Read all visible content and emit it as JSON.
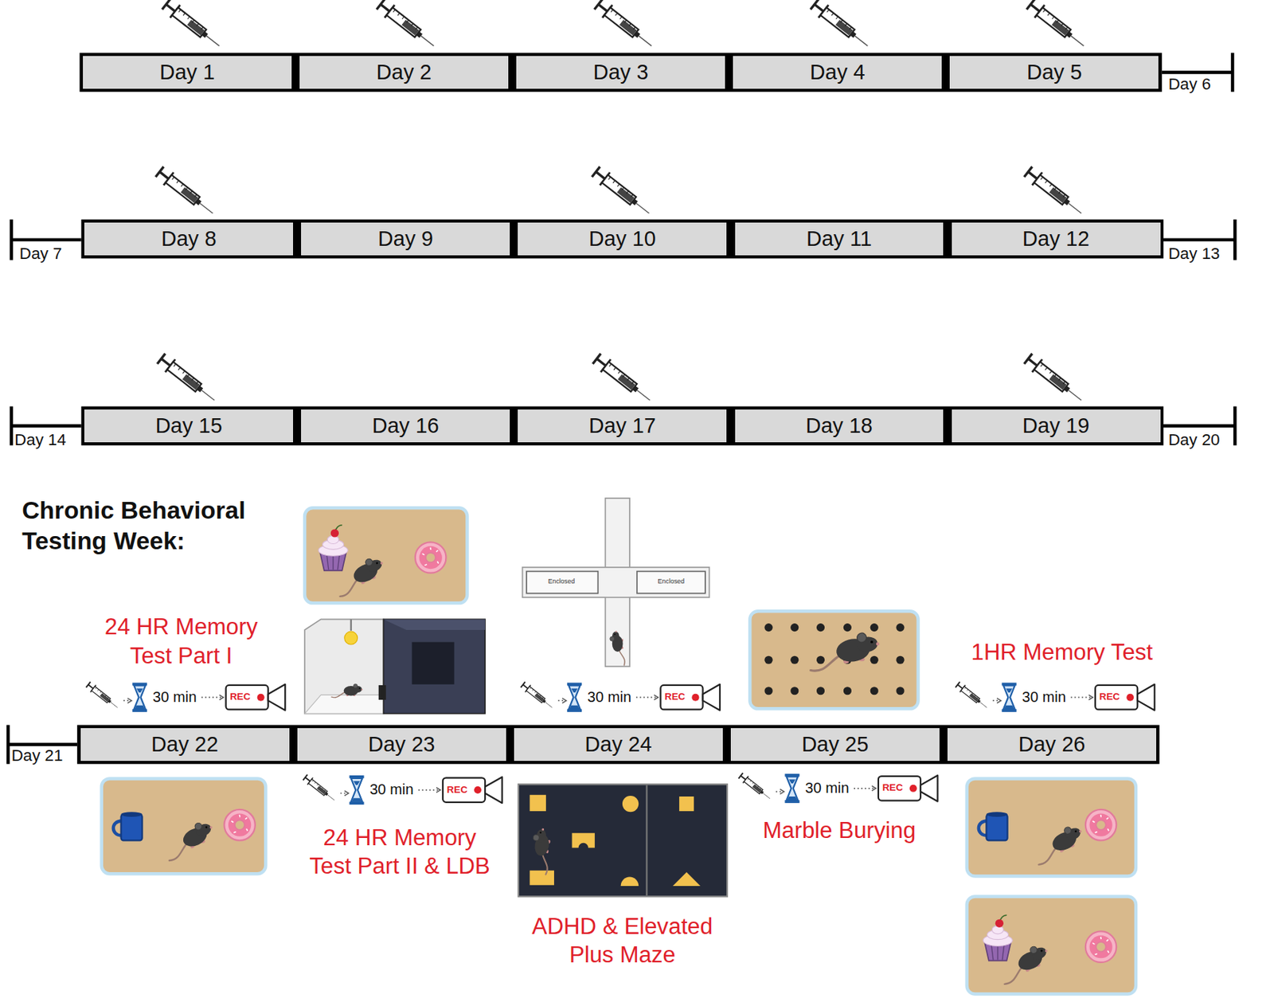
{
  "diagram": {
    "nodes": [
      {
        "text": [
          "Day 1"
        ]
      },
      {
        "text": [
          "Day 2"
        ]
      },
      {
        "text": [
          "Day 3"
        ]
      },
      {
        "text": [
          "Day 4"
        ]
      },
      {
        "text": [
          "Day 5"
        ]
      },
      {
        "text": [
          "Day 8"
        ]
      },
      {
        "text": [
          "Day 9"
        ]
      },
      {
        "text": [
          "Day 10"
        ]
      },
      {
        "text": [
          "Day 11"
        ]
      },
      {
        "text": [
          "Day 12"
        ]
      },
      {
        "text": [
          "Day 15"
        ]
      },
      {
        "text": [
          "Day 16"
        ]
      },
      {
        "text": [
          "Day 17"
        ]
      },
      {
        "text": [
          "Day 18"
        ]
      },
      {
        "text": [
          "Day 19"
        ]
      },
      {
        "text": [
          "Day 22"
        ]
      },
      {
        "text": [
          "Day 23"
        ]
      },
      {
        "text": [
          "Day 24"
        ]
      },
      {
        "text": [
          "Day 25"
        ]
      },
      {
        "text": [
          "Day 26"
        ]
      }
    ],
    "labels": [
      "Day 6",
      "Day 7",
      "Day 13",
      "Day 14",
      "Day 20",
      "Chronic Behavioral Testing Week:",
      "Enclosed",
      "Enclosed",
      "24 HR Memory Test Part I",
      "1HR Memory Test",
      "30 min",
      "REC",
      "30 min",
      "REC",
      "30 min",
      "REC",
      "Day 21",
      "30 min",
      "REC",
      "24 HR Memory Test Part II & LDB",
      "30 min",
      "REC",
      "Marble Burying",
      "ADHD & Elevated Plus Maze"
    ]
  }
}
